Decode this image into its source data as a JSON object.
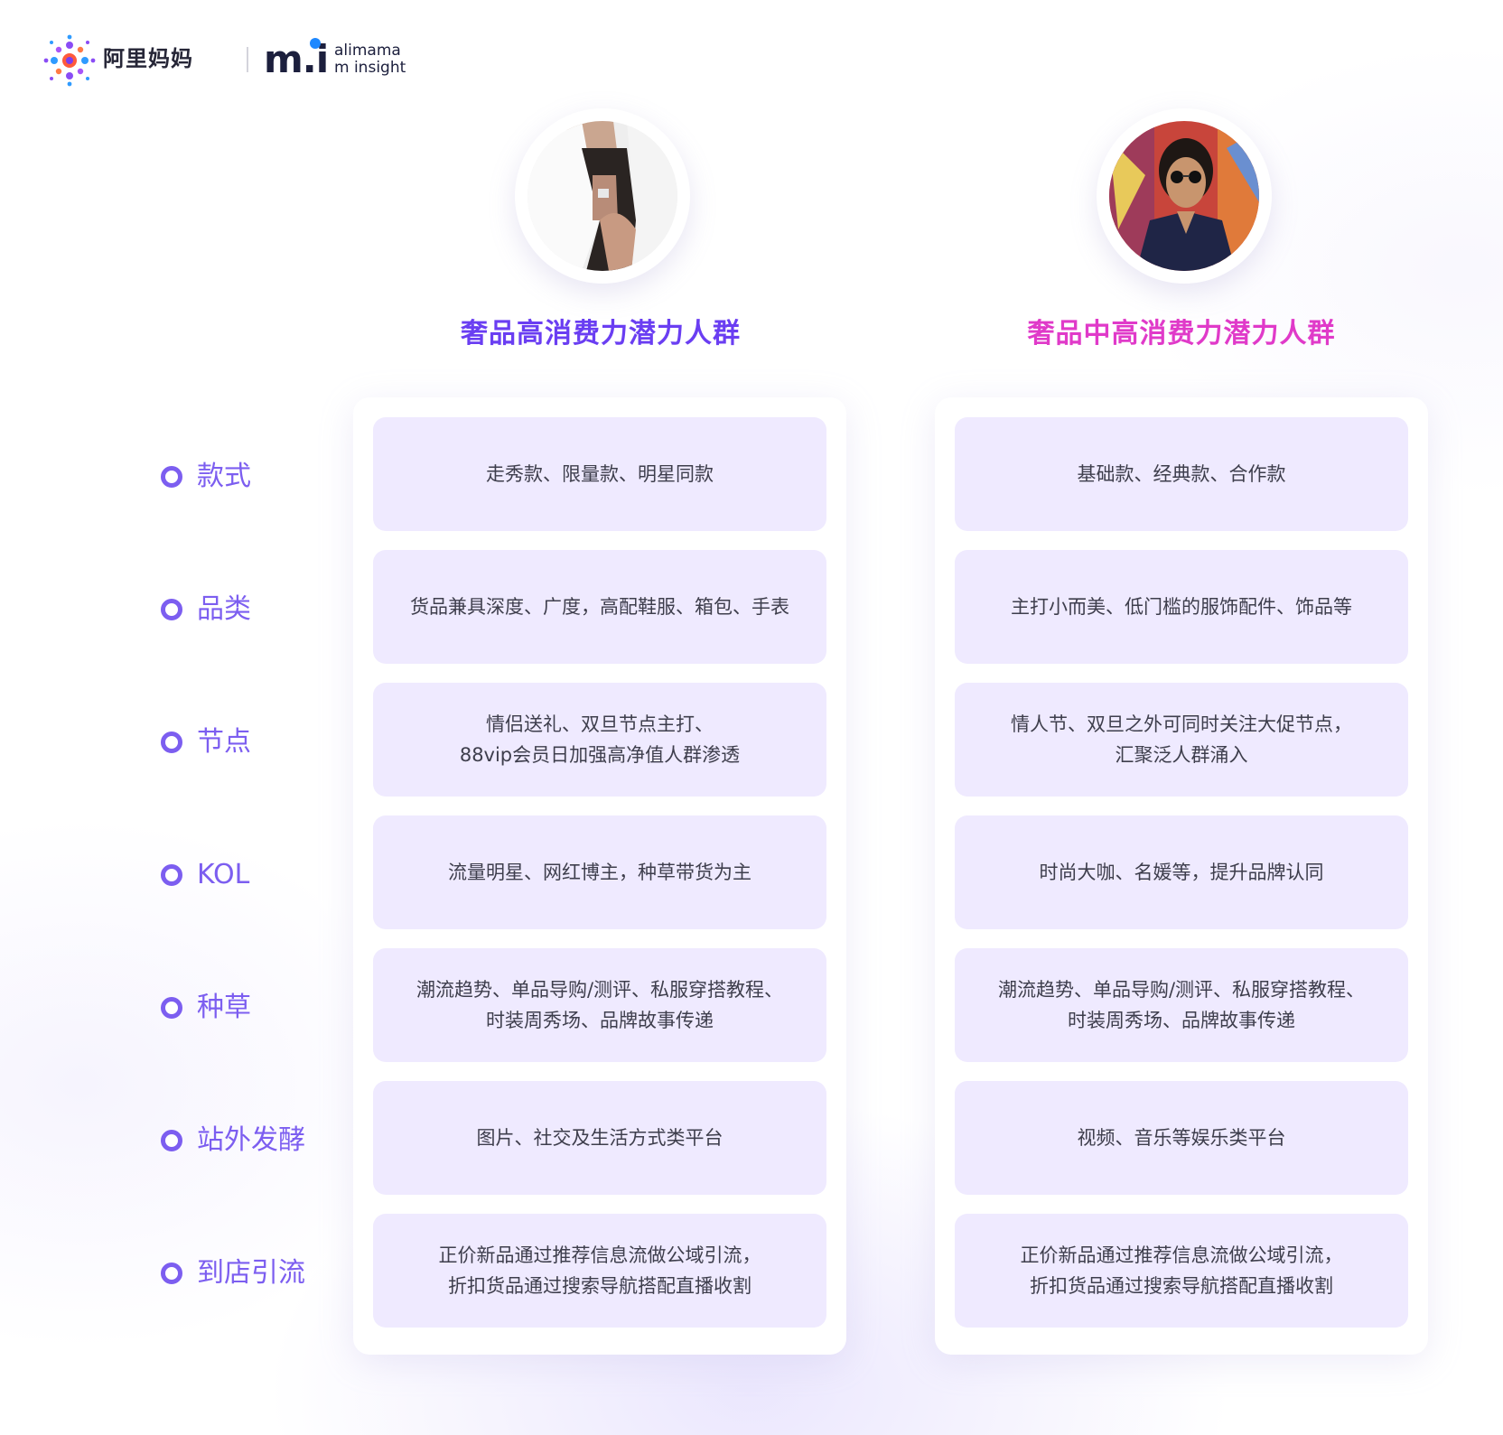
{
  "brand": {
    "name_cn": "阿里妈妈",
    "logo_mi": "m.i",
    "logo_sub_line1": "alimama",
    "logo_sub_line2": "m insight"
  },
  "columns": [
    {
      "title": "奢品高消费力潜力人群",
      "title_color": "#6a3ef2",
      "avatar": "woman-white-blazer-photo"
    },
    {
      "title": "奢品中高消费力潜力人群",
      "title_color": "#e03ac9",
      "avatar": "woman-sunglasses-photo"
    }
  ],
  "accent_color": "#7c5ef0",
  "cell_background": "#efeaff",
  "rows": [
    {
      "label": "款式",
      "col1": [
        "走秀款、限量款、明星同款"
      ],
      "col2": [
        "基础款、经典款、合作款"
      ]
    },
    {
      "label": "品类",
      "col1": [
        "货品兼具深度、广度，高配鞋服、箱包、手表"
      ],
      "col2": [
        "主打小而美、低门槛的服饰配件、饰品等"
      ]
    },
    {
      "label": "节点",
      "col1": [
        "情侣送礼、双旦节点主打、",
        "88vip会员日加强高净值人群渗透"
      ],
      "col2": [
        "情人节、双旦之外可同时关注大促节点，",
        "汇聚泛人群涌入"
      ]
    },
    {
      "label": "KOL",
      "col1": [
        "流量明星、网红博主，种草带货为主"
      ],
      "col2": [
        "时尚大咖、名媛等，提升品牌认同"
      ]
    },
    {
      "label": "种草",
      "col1": [
        "潮流趋势、单品导购/测评、私服穿搭教程、",
        "时装周秀场、品牌故事传递"
      ],
      "col2": [
        "潮流趋势、单品导购/测评、私服穿搭教程、",
        "时装周秀场、品牌故事传递"
      ]
    },
    {
      "label": "站外发酵",
      "col1": [
        "图片、社交及生活方式类平台"
      ],
      "col2": [
        "视频、音乐等娱乐类平台"
      ]
    },
    {
      "label": "到店引流",
      "col1": [
        "正价新品通过推荐信息流做公域引流，",
        "折扣货品通过搜索导航搭配直播收割"
      ],
      "col2": [
        "正价新品通过推荐信息流做公域引流，",
        "折扣货品通过搜索导航搭配直播收割"
      ]
    }
  ]
}
